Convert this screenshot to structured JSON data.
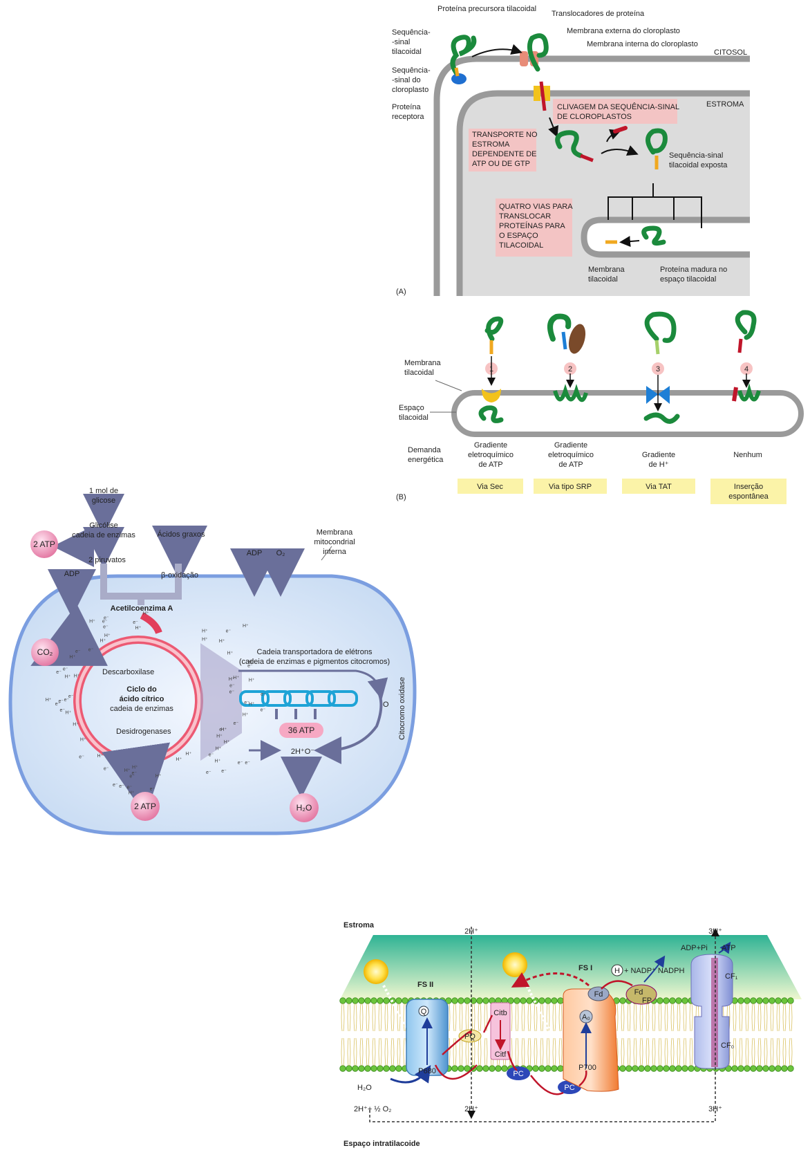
{
  "panel_a": {
    "precursor_protein": "Proteína precursora tilacoidal",
    "signal_thylakoid": [
      "Sequência-",
      "-sinal",
      "tilacoidal"
    ],
    "signal_chloroplast": [
      "Sequência-",
      "-sinal do",
      "cloroplasto"
    ],
    "receptor_protein": [
      "Proteína",
      "receptora"
    ],
    "protein_translocators": "Translocadores de proteína",
    "outer_membrane": "Membrana externa do cloroplasto",
    "inner_membrane": "Membrana interna do cloroplasto",
    "cytosol": "CITOSOL",
    "stroma": "ESTROMA",
    "cleavage_box": [
      "CLIVAGEM DA SEQUÊNCIA-SINAL",
      "DE CLOROPLASTOS"
    ],
    "transport_box": [
      "TRANSPORTE NO",
      "ESTROMA",
      "DEPENDENTE DE",
      "ATP OU DE GTP"
    ],
    "exposed_signal": [
      "Sequência-sinal",
      "tilacoidal exposta"
    ],
    "four_paths_box": [
      "QUATRO VIAS PARA",
      "TRANSLOCAR",
      "PROTEÍNAS PARA",
      "O ESPAÇO",
      "TILACOIDAL"
    ],
    "thylakoid_membrane": [
      "Membrana",
      "tilacoidal"
    ],
    "mature_protein": [
      "Proteína madura no",
      "espaço tilacoidal"
    ],
    "label": "(A)"
  },
  "panel_b": {
    "membrane_label": [
      "Membrana",
      "tilacoidal"
    ],
    "space_label": [
      "Espaço",
      "tilacoidal"
    ],
    "energy_label": [
      "Demanda",
      "energética"
    ],
    "paths": [
      {
        "num": "1",
        "energy": [
          "Gradiente",
          "eletroquímico",
          "de ATP"
        ],
        "name": [
          "Via Sec"
        ]
      },
      {
        "num": "2",
        "energy": [
          "Gradiente",
          "eletroquímico",
          "de ATP"
        ],
        "name": [
          "Via tipo SRP"
        ]
      },
      {
        "num": "3",
        "energy": [
          "Gradiente",
          "de H⁺"
        ],
        "name": [
          "Via TAT"
        ]
      },
      {
        "num": "4",
        "energy": [
          "Nenhum"
        ],
        "name": [
          "Inserção",
          "espontânea"
        ]
      }
    ],
    "label": "(B)"
  },
  "mito": {
    "glucose": [
      "1 mol de",
      "glicose"
    ],
    "glycolysis": [
      "Glicólise",
      "cadeia de enzimas"
    ],
    "fatty_acids": "Ácidos graxos",
    "membrane": [
      "Membrana",
      "mitocondrial",
      "interna"
    ],
    "atp2_top": "2 ATP",
    "pyruvates": "2 piruvatos",
    "adp_left": "ADP",
    "adp_right": "ADP",
    "o2": "O₂",
    "beta_ox": "β-oxidação",
    "acetyl": "Acetilcoenzima A",
    "co2": "CO₂",
    "decarboxylase": "Descarboxilase",
    "cycle": [
      "Ciclo do",
      "ácido cítrico"
    ],
    "cycle_enzymes": "cadeia de enzimas",
    "dehydrogenases": "Desidrogenases",
    "etc": [
      "Cadeia transportadora de elétrons",
      "(cadeia de enzimas e pigmentos citocromos)"
    ],
    "cyt_oxidase": "Citocromo oxidase",
    "o_label": "O",
    "atp36": "36 ATP",
    "h2o_minus": "2H⁺O⁻",
    "atp2_bottom": "2 ATP",
    "h2o": "H₂O",
    "ion_h": "H⁺",
    "ion_e": "e⁻"
  },
  "photo": {
    "stroma": "Estroma",
    "lumen": "Espaço intratilacoide",
    "fs2": "FS II",
    "fs1": "FS I",
    "h2_top": "2H⁺",
    "h3_top": "3H⁺",
    "h2_bottom": "2H⁺",
    "h3_bottom": "3H⁺",
    "adp_pi": "ADP+Pi",
    "atp": "ATP",
    "nadp": "+ NADP⁺ NADPH",
    "h_circle": "H",
    "q": "Q",
    "pq": "PQ",
    "citb": "Citb",
    "citf": "Citf",
    "pc": "PC",
    "p680": "P680",
    "p700": "P700",
    "ao": "A₀",
    "fd": "Fd",
    "fp": "FP",
    "cf1": "CF₁",
    "cf0": "CF₀",
    "h2o": "H₂O",
    "water_split": "2H⁺+ ½ O₂"
  }
}
